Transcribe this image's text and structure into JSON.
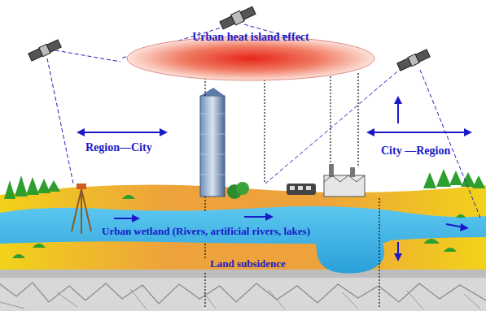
{
  "diagram": {
    "nodes": [
      {
        "text": [
          "Urban heat island effect"
        ]
      }
    ],
    "labels": [
      "Region—City",
      "City —Region",
      "Urban wetland (Rivers, artificial rivers, lakes)",
      "Land subsidence"
    ]
  }
}
